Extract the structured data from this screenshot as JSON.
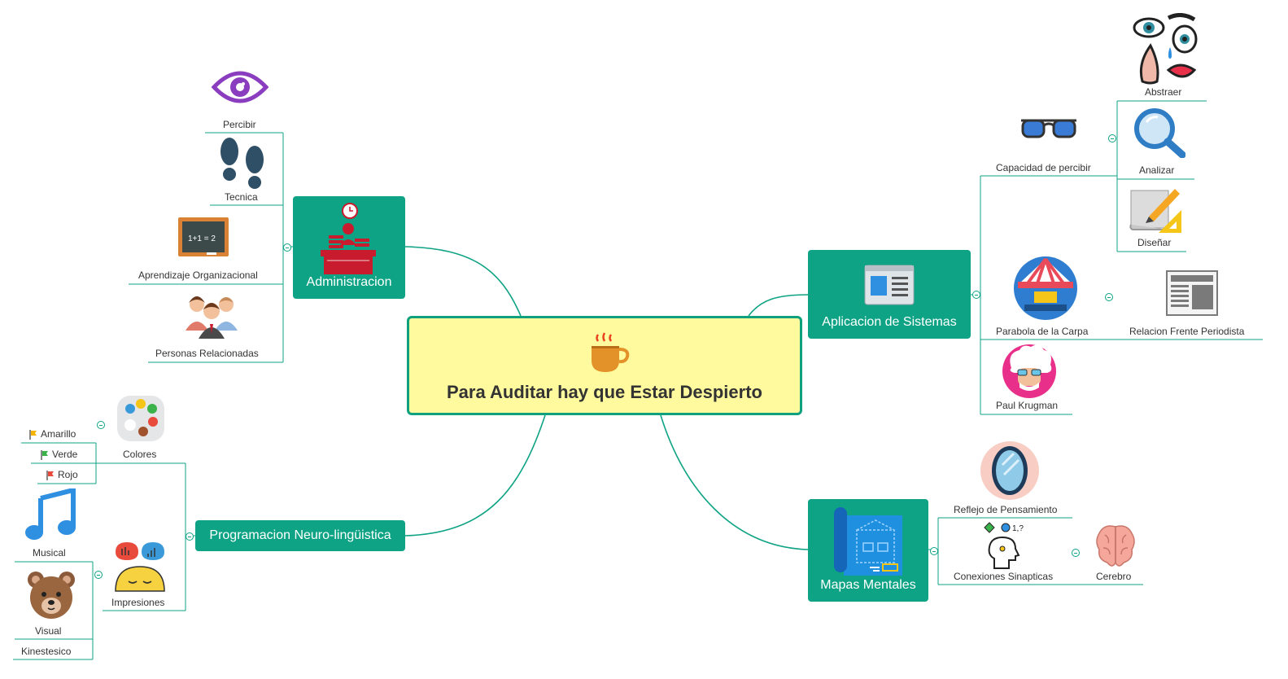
{
  "central": {
    "title": "Para Auditar hay que Estar Despierto",
    "icon": "coffee-cup-icon"
  },
  "colors": {
    "branch": "#0ea384",
    "central_fill": "#fffa9e",
    "text": "#333333"
  },
  "branches": {
    "administracion": {
      "label": "Administracion",
      "icon": "office-desk-icon",
      "children": {
        "percibir": {
          "label": "Percibir",
          "icon": "eye-icon"
        },
        "tecnica": {
          "label": "Tecnica",
          "icon": "footprints-icon"
        },
        "aprendizaje": {
          "label": "Aprendizaje Organizacional",
          "icon": "chalkboard-icon"
        },
        "personas": {
          "label": "Personas Relacionadas",
          "icon": "people-icon"
        }
      }
    },
    "pnl": {
      "label": "Programacion Neuro-lingüistica",
      "children": {
        "colores": {
          "label": "Colores",
          "icon": "palette-icon",
          "children": {
            "amarillo": {
              "label": "Amarillo",
              "flag": "#f5b400"
            },
            "verde": {
              "label": "Verde",
              "flag": "#3cb34a"
            },
            "rojo": {
              "label": "Rojo",
              "flag": "#e84a3c"
            }
          }
        },
        "impresiones": {
          "label": "Impresiones",
          "icon": "thinking-face-icon",
          "children": {
            "musical": {
              "label": "Musical",
              "icon": "music-note-icon"
            },
            "visual": {
              "label": "Visual",
              "icon": "teddy-bear-icon"
            },
            "kinestesico": {
              "label": "Kinestesico"
            }
          }
        }
      }
    },
    "aplicacion": {
      "label": "Aplicacion de Sistemas",
      "icon": "window-app-icon",
      "children": {
        "capacidad": {
          "label": "Capacidad de percibir",
          "icon": "glasses-icon",
          "children": {
            "abstraer": {
              "label": "Abstraer",
              "icon": "face-parts-icon"
            },
            "analizar": {
              "label": "Analizar",
              "icon": "magnifier-icon"
            },
            "disenar": {
              "label": "Diseñar",
              "icon": "drafting-icon"
            }
          }
        },
        "parabola": {
          "label": "Parabola de la Carpa",
          "icon": "circus-tent-icon",
          "children": {
            "relacion": {
              "label": "Relacion Frente Periodista",
              "icon": "newspaper-icon"
            }
          }
        },
        "krugman": {
          "label": "Paul Krugman",
          "icon": "scientist-icon"
        }
      }
    },
    "mapas": {
      "label": "Mapas Mentales",
      "icon": "blueprint-icon",
      "children": {
        "reflejo": {
          "label": "Reflejo de Pensamiento",
          "icon": "mirror-icon"
        },
        "conexiones": {
          "label": "Conexiones Sinapticas",
          "icon": "head-thinking-icon",
          "children": {
            "cerebro": {
              "label": "Cerebro",
              "icon": "brain-icon"
            }
          }
        }
      }
    }
  }
}
